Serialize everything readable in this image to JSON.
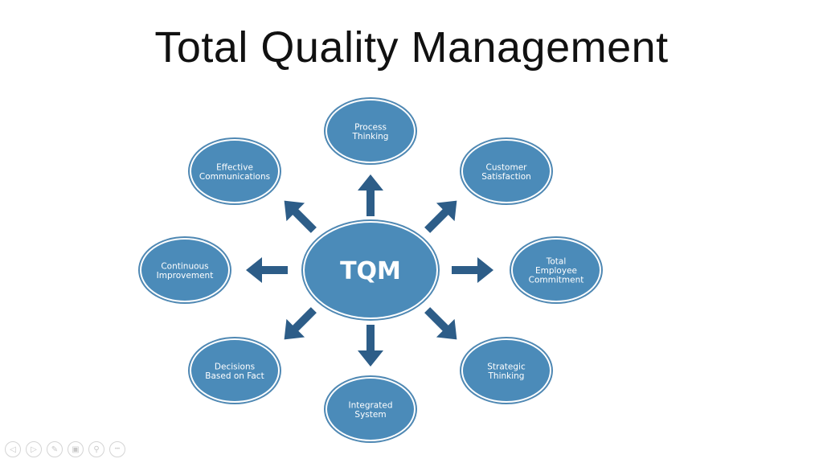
{
  "slide": {
    "title": "Total Quality Management"
  },
  "diagram": {
    "center": {
      "label": "TQM"
    },
    "nodes": [
      {
        "id": "process-thinking",
        "lines": [
          "Process",
          "Thinking"
        ]
      },
      {
        "id": "customer-satisfaction",
        "lines": [
          "Customer",
          "Satisfaction"
        ]
      },
      {
        "id": "total-employee-commitment",
        "lines": [
          "Total",
          "Employee",
          "Commitment"
        ]
      },
      {
        "id": "strategic-thinking",
        "lines": [
          "Strategic",
          "Thinking"
        ]
      },
      {
        "id": "integrated-system",
        "lines": [
          "Integrated",
          "System"
        ]
      },
      {
        "id": "decisions-based-on-fact",
        "lines": [
          "Decisions",
          "Based on Fact"
        ]
      },
      {
        "id": "continuous-improvement",
        "lines": [
          "Continuous",
          "Improvement"
        ]
      },
      {
        "id": "effective-communications",
        "lines": [
          "Effective",
          "Communications"
        ]
      }
    ],
    "colors": {
      "fill": "#4b8bb9",
      "ring": "#ffffff",
      "outline": "#4f88b3",
      "arrow": "#2d5d88"
    }
  },
  "controls": [
    {
      "id": "previous",
      "icon": "arrow-left-icon",
      "glyph": "◁"
    },
    {
      "id": "next",
      "icon": "arrow-right-icon",
      "glyph": "▷"
    },
    {
      "id": "pen",
      "icon": "pen-icon",
      "glyph": "✎"
    },
    {
      "id": "slides",
      "icon": "slides-icon",
      "glyph": "▣"
    },
    {
      "id": "zoom",
      "icon": "magnifier-icon",
      "glyph": "⚲"
    },
    {
      "id": "more",
      "icon": "more-icon",
      "glyph": "•••"
    }
  ]
}
